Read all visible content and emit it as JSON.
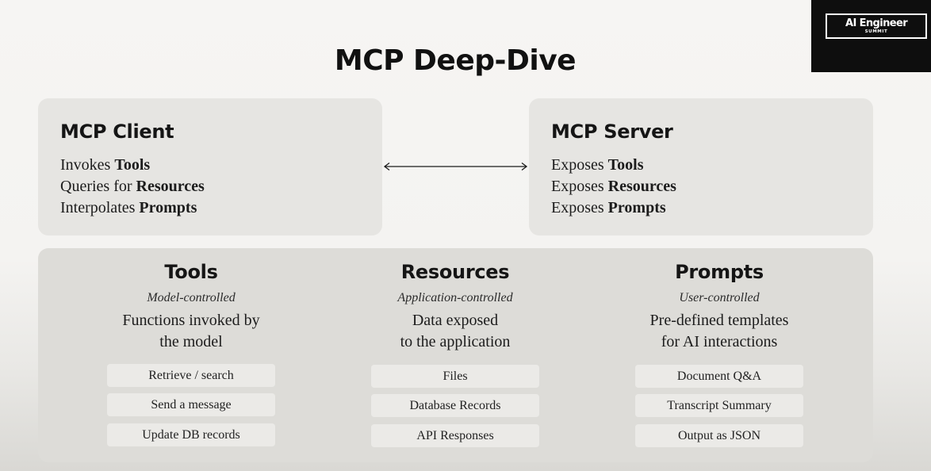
{
  "logo": {
    "main": "AI Engineer",
    "sub": "SUMMIT"
  },
  "title": "MCP Deep-Dive",
  "client": {
    "title": "MCP Client",
    "lines": [
      {
        "prefix": "Invokes ",
        "bold": "Tools"
      },
      {
        "prefix": "Queries for ",
        "bold": "Resources"
      },
      {
        "prefix": "Interpolates ",
        "bold": "Prompts"
      }
    ]
  },
  "server": {
    "title": "MCP Server",
    "lines": [
      {
        "prefix": "Exposes ",
        "bold": "Tools"
      },
      {
        "prefix": "Exposes ",
        "bold": "Resources"
      },
      {
        "prefix": "Exposes ",
        "bold": "Prompts"
      }
    ]
  },
  "columns": [
    {
      "title": "Tools",
      "subtitle": "Model-controlled",
      "desc": [
        "Functions invoked by",
        "the model"
      ],
      "items": [
        "Retrieve / search",
        "Send a message",
        "Update DB records"
      ]
    },
    {
      "title": "Resources",
      "subtitle": "Application-controlled",
      "desc": [
        "Data exposed",
        "to the application"
      ],
      "items": [
        "Files",
        "Database Records",
        "API Responses"
      ]
    },
    {
      "title": "Prompts",
      "subtitle": "User-controlled",
      "desc": [
        "Pre-defined templates",
        "for AI interactions"
      ],
      "items": [
        "Document Q&A",
        "Transcript Summary",
        "Output as JSON"
      ]
    }
  ],
  "colors": {
    "background": "#f5f4f2",
    "panel": "#e6e5e2",
    "item": "#ebeae7",
    "text": "#1b1b1b",
    "logo_bg": "#0e0e0e"
  }
}
